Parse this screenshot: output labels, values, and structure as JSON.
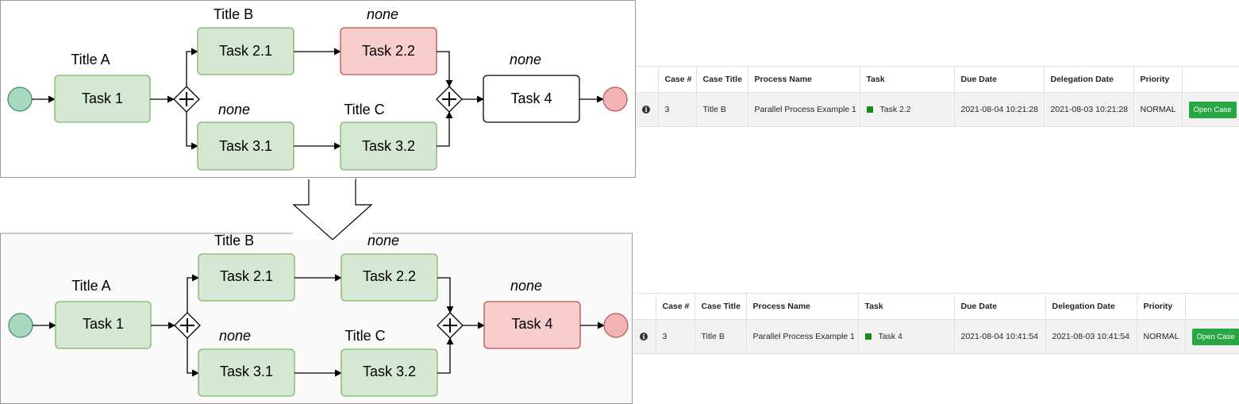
{
  "diagrams": [
    {
      "nodes": {
        "task1": "Task 1",
        "task21": "Task 2.1",
        "task22": "Task 2.2",
        "task31": "Task 3.1",
        "task32": "Task 3.2",
        "task4": "Task 4"
      },
      "labels": {
        "title_a": "Title A",
        "title_b": "Title B",
        "none_22": "none",
        "none_31": "none",
        "title_c": "Title C",
        "none_4": "none"
      },
      "highlighted_task": "task22"
    },
    {
      "nodes": {
        "task1": "Task 1",
        "task21": "Task 2.1",
        "task22": "Task 2.2",
        "task31": "Task 3.1",
        "task32": "Task 3.2",
        "task4": "Task 4"
      },
      "labels": {
        "title_a": "Title A",
        "title_b": "Title B",
        "none_22": "none",
        "none_31": "none",
        "title_c": "Title C",
        "none_4": "none"
      },
      "highlighted_task": "task4"
    }
  ],
  "colors": {
    "task_fill": "#d5e8d4",
    "task_stroke": "#82b366",
    "active_fill": "#f8cecc",
    "active_stroke": "#b85450",
    "start_fill": "#a9d8c0",
    "start_stroke": "#3b8c63",
    "end_fill": "#f2b4b4",
    "end_stroke": "#b85450",
    "button": "#28a745",
    "task_status": "#1a8a1a"
  },
  "tables": [
    {
      "headers": [
        "",
        "Case #",
        "Case Title",
        "Process Name",
        "Task",
        "Due Date",
        "Delegation Date",
        "Priority",
        ""
      ],
      "row": {
        "case_no": "3",
        "case_title": "Title B",
        "process_name": "Parallel Process Example 1",
        "task": "Task 2.2",
        "due_date": "2021-08-04 10:21:28",
        "delegation_date": "2021-08-03 10:21:28",
        "priority": "NORMAL",
        "action": "Open Case"
      }
    },
    {
      "headers": [
        "",
        "Case #",
        "Case Title",
        "Process Name",
        "Task",
        "Due Date",
        "Delegation Date",
        "Priority",
        ""
      ],
      "row": {
        "case_no": "3",
        "case_title": "Title B",
        "process_name": "Parallel Process Example 1",
        "task": "Task 4",
        "due_date": "2021-08-04 10:41:54",
        "delegation_date": "2021-08-03 10:41:54",
        "priority": "NORMAL",
        "action": "Open Case"
      }
    }
  ]
}
